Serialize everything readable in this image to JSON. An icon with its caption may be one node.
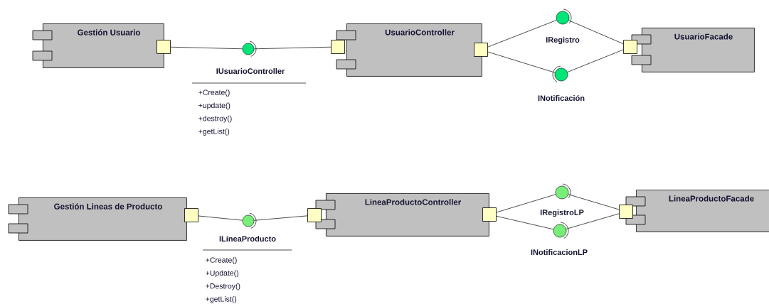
{
  "diagram": {
    "nodes": [
      {
        "text": [
          "Gestión Usuario"
        ]
      },
      {
        "text": [],
        "shape": "box"
      },
      {
        "text": [
          "IUsuarioController",
          "+Create()",
          "+update()",
          "+destroy()",
          "+getList()"
        ]
      },
      {
        "text": [
          "UsuarioController"
        ]
      },
      {
        "text": [],
        "shape": "box"
      },
      {
        "text": [],
        "shape": "box"
      },
      {
        "text": [
          "IRegistro"
        ]
      },
      {
        "text": [
          "INotificación"
        ]
      },
      {
        "text": [
          "UsuarioFacade"
        ]
      },
      {
        "text": [],
        "shape": "box"
      },
      {
        "text": [
          "Gestión Lineas de Producto"
        ]
      },
      {
        "text": [],
        "shape": "box"
      },
      {
        "text": [
          "ILíneaProducto",
          "+Create()",
          "+Update()",
          "+Destroy()",
          "+getList()"
        ]
      },
      {
        "text": [
          "LineaProductoController"
        ]
      },
      {
        "text": [],
        "shape": "box"
      },
      {
        "text": [],
        "shape": "box"
      },
      {
        "text": [
          "IRegistroLP"
        ]
      },
      {
        "text": [
          "INotificacionLP"
        ]
      },
      {
        "text": [
          "LineaProductoFacade"
        ]
      },
      {
        "text": [],
        "shape": "box"
      }
    ],
    "edges": [
      {
        "from": 1,
        "to": 2,
        "arrow": "none"
      },
      {
        "from": 2,
        "to": 4,
        "arrow": "none"
      },
      {
        "from": 5,
        "to": 6,
        "arrow": "none"
      },
      {
        "from": 6,
        "to": 9,
        "arrow": "none"
      },
      {
        "from": 5,
        "to": 7,
        "arrow": "none"
      },
      {
        "from": 7,
        "to": 9,
        "arrow": "none"
      },
      {
        "from": 11,
        "to": 12,
        "arrow": "none"
      },
      {
        "from": 12,
        "to": 14,
        "arrow": "none"
      },
      {
        "from": 15,
        "to": 16,
        "arrow": "none"
      },
      {
        "from": 16,
        "to": 19,
        "arrow": "none"
      },
      {
        "from": 15,
        "to": 17,
        "arrow": "none"
      },
      {
        "from": 17,
        "to": 19,
        "arrow": "none"
      }
    ]
  }
}
